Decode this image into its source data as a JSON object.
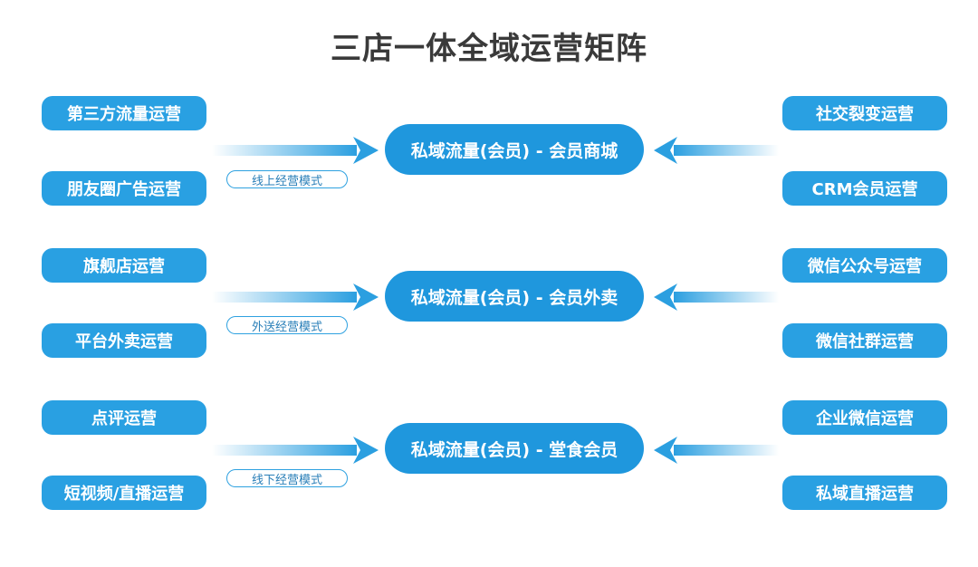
{
  "title": "三店一体全域运营矩阵",
  "left_items": [
    "第三方流量运营",
    "朋友圈广告运营",
    "旗舰店运营",
    "平台外卖运营",
    "点评运营",
    "短视频/直播运营"
  ],
  "right_items": [
    "社交裂变运营",
    "CRM会员运营",
    "微信公众号运营",
    "微信社群运营",
    "企业微信运营",
    "私域直播运营"
  ],
  "hubs": [
    "私域流量(会员) - 会员商城",
    "私域流量(会员) - 会员外卖",
    "私域流量(会员) - 堂食会员"
  ],
  "modes": [
    "线上经营模式",
    "外送经营模式",
    "线下经营模式"
  ],
  "colors": {
    "pill": "#29a0e2",
    "hub": "#1f97dd",
    "title": "#3a3a3a",
    "mode_border": "#2ea1e0"
  }
}
